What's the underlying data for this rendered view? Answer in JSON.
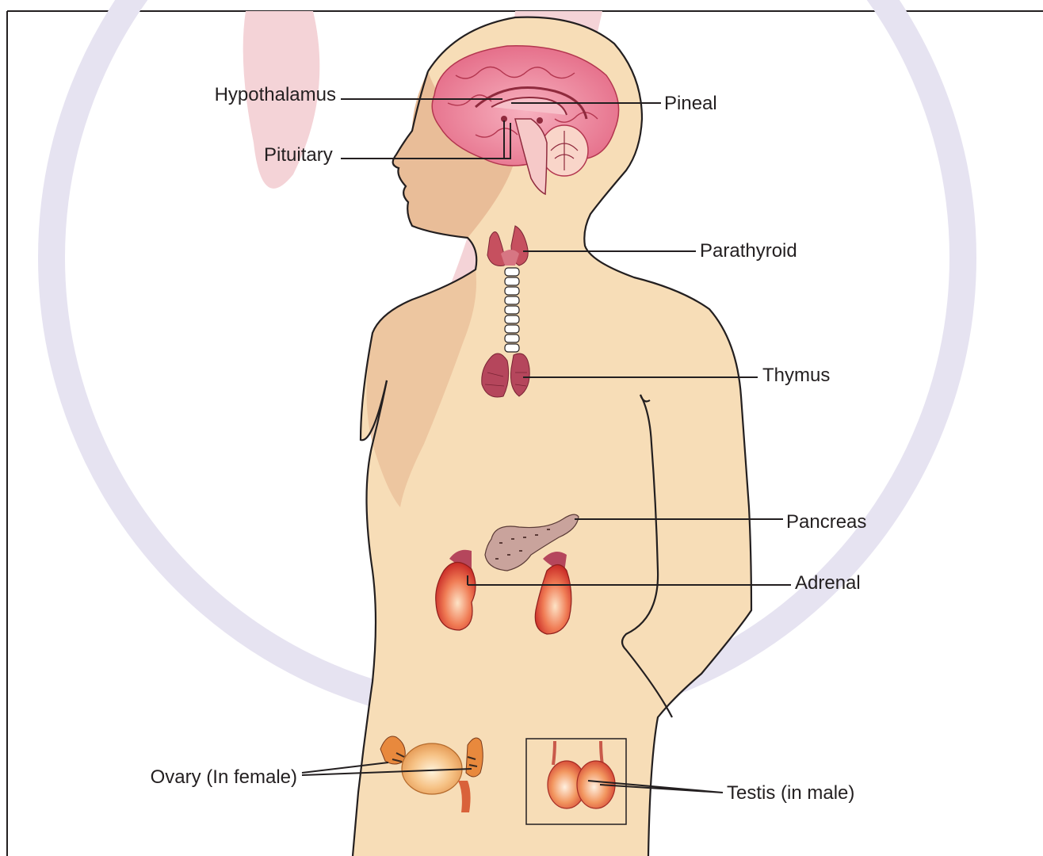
{
  "labels": {
    "hypothalamus": "Hypothalamus",
    "pineal": "Pineal",
    "pituitary": "Pituitary",
    "parathyroid": "Parathyroid",
    "thymus": "Thymus",
    "pancreas": "Pancreas",
    "adrenal": "Adrenal",
    "ovary": "Ovary (In female)",
    "testis": "Testis (in male)"
  },
  "colors": {
    "skin": "#f7ddb7",
    "shadow": "#e9bd98",
    "brain": "#ea7a93",
    "kidney": "#d9302b",
    "gland": "#b5465c",
    "watermark_ring": "#e6e3f1",
    "watermark_flame": "#f4d3d7"
  }
}
